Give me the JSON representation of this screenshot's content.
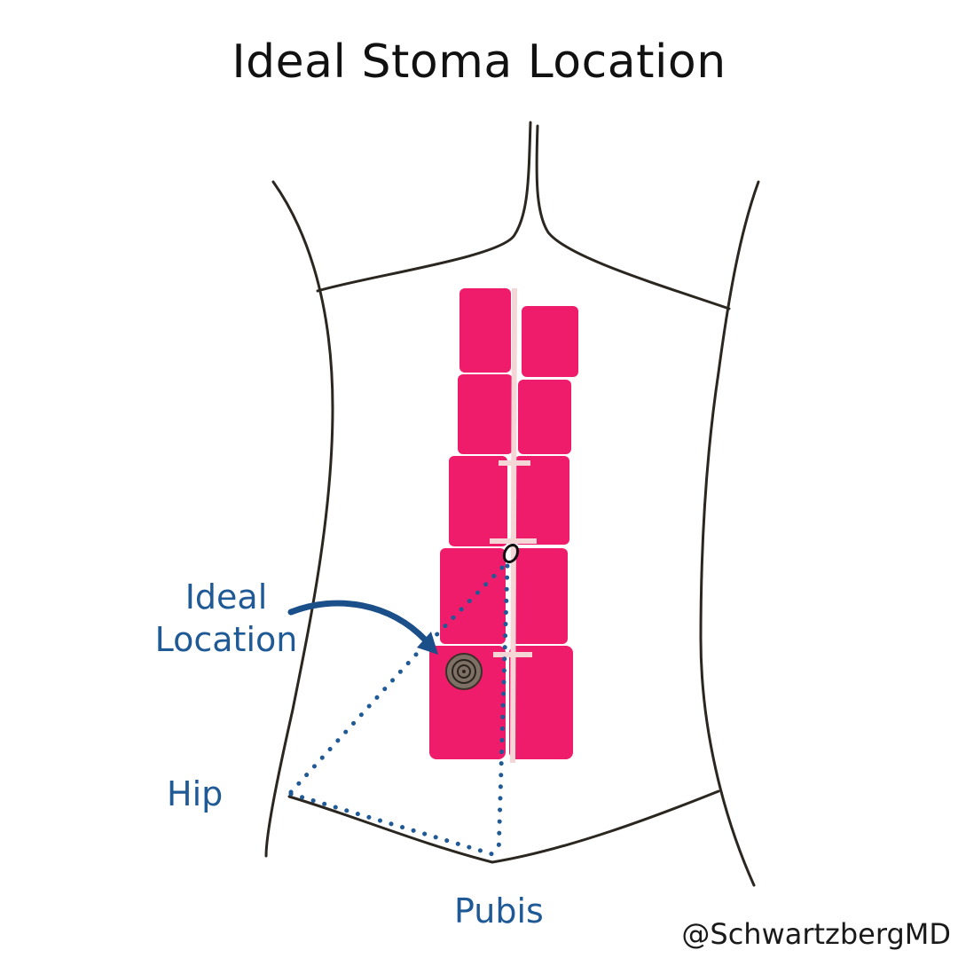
{
  "title": "Ideal Stoma Location",
  "labels": {
    "ideal_line1": "Ideal",
    "ideal_line2": "Location",
    "hip": "Hip",
    "pubis": "Pubis"
  },
  "credit": "@SchwartzbergMD",
  "colors": {
    "muscle": "#ee1c6a",
    "label": "#1f5a96",
    "dots": "#1f5a96",
    "outline": "#1a1a1a"
  }
}
